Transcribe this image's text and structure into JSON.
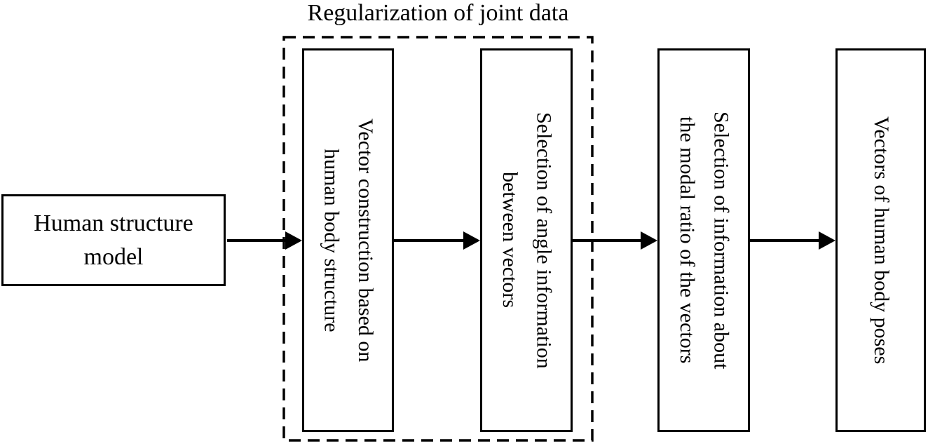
{
  "diagram": {
    "group": {
      "title": "Regularization of joint data"
    },
    "boxes": {
      "human_structure_model": {
        "lines": [
          "Human structure",
          "model"
        ],
        "label": "Human structure model"
      },
      "vector_construction": {
        "lines": [
          "Vector construction based on",
          "human body structure"
        ],
        "label": "Vector construction based on human body structure"
      },
      "angle_selection": {
        "lines": [
          "Selection of angle information",
          "between vectors"
        ],
        "label": "Selection of angle information between vectors"
      },
      "modal_ratio": {
        "lines": [
          "Selection of information about",
          "the modal ratio of the vectors"
        ],
        "label": "Selection of information about the modal ratio of the vectors"
      },
      "pose_vectors": {
        "lines": [
          "Vectors of human body poses"
        ],
        "label": "Vectors of human body poses"
      }
    },
    "flow_order": [
      "human_structure_model",
      "vector_construction",
      "angle_selection",
      "modal_ratio",
      "pose_vectors"
    ],
    "colors": {
      "stroke": "#000000",
      "background": "#ffffff",
      "text": "#000000"
    }
  }
}
